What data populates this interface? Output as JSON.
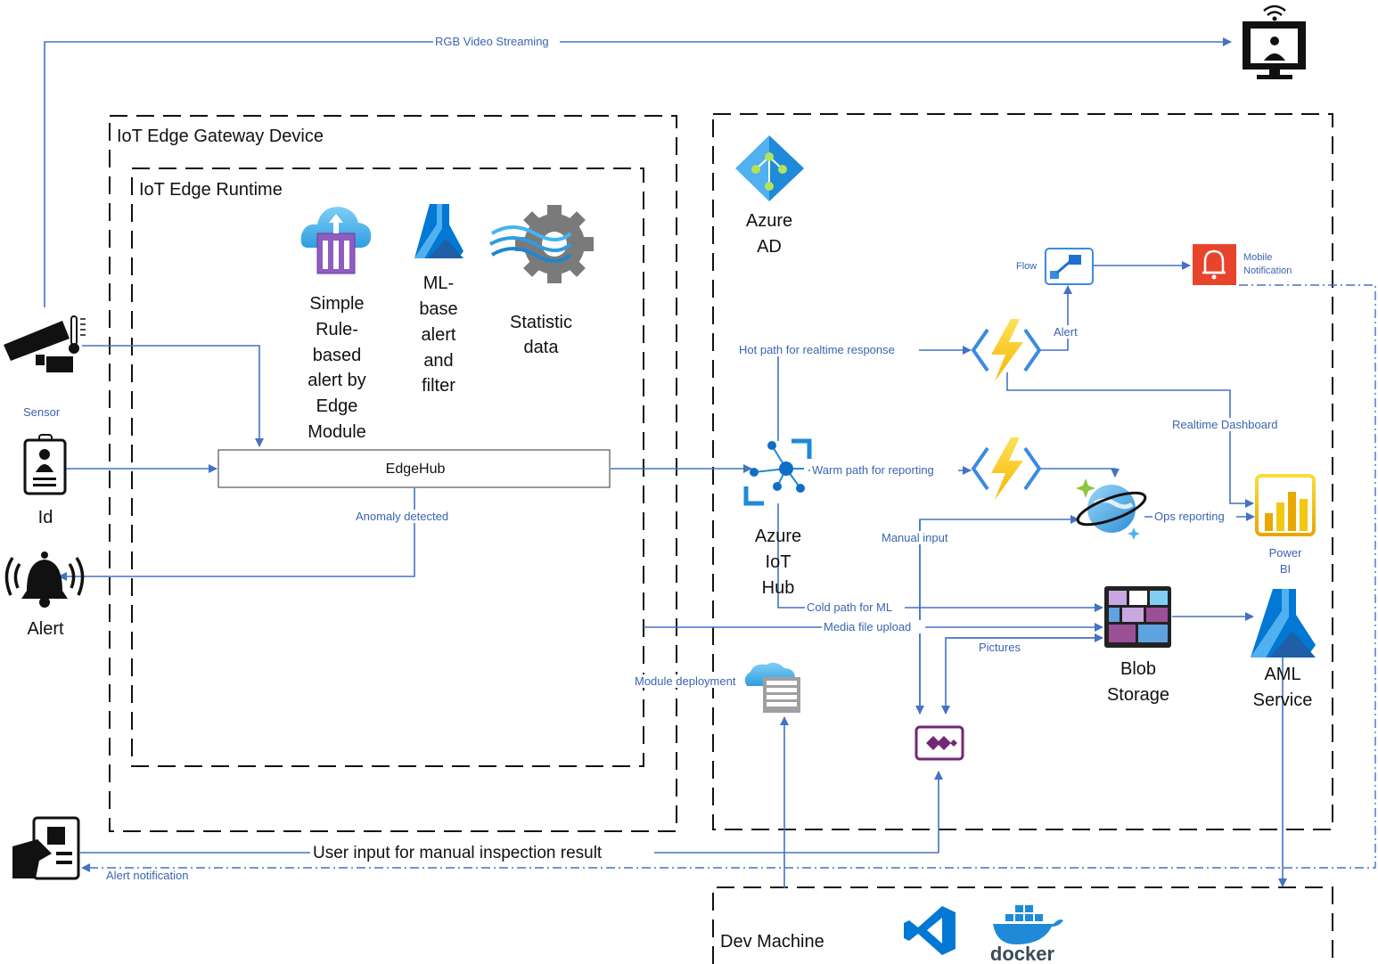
{
  "groups": {
    "gateway": "IoT Edge Gateway Device",
    "runtime": "IoT Edge Runtime",
    "dev_machine": "Dev Machine"
  },
  "nodes": {
    "sensor": "Sensor",
    "id": "Id",
    "alert": "Alert",
    "edgehub": "EdgeHub",
    "simple_rule": [
      "Simple",
      "Rule-",
      "based",
      "alert by",
      "Edge",
      "Module"
    ],
    "ml_alert": [
      "ML-",
      "base",
      "alert",
      "and",
      "filter"
    ],
    "statistic": [
      "Statistic",
      "data"
    ],
    "azure_ad": [
      "Azure",
      "AD"
    ],
    "iot_hub": [
      "Azure",
      "IoT",
      "Hub"
    ],
    "flow": "Flow",
    "mobile_notification": [
      "Mobile",
      "Notification"
    ],
    "power_bi": [
      "Power",
      "BI"
    ],
    "blob_storage": [
      "Blob",
      "Storage"
    ],
    "aml_service": [
      "AML",
      "Service"
    ],
    "docker": "docker"
  },
  "flows": {
    "rgb_video": "RGB Video Streaming",
    "anomaly": "Anomaly detected",
    "hot_path": "Hot path for realtime response",
    "alert": "Alert",
    "realtime_dashboard": "Realtime Dashboard",
    "warm_path": "Warm path for reporting",
    "ops_reporting": "Ops reporting",
    "manual_input": "Manual input",
    "cold_path": "Cold path for ML",
    "media_upload": "Media file upload",
    "pictures": "Pictures",
    "module_deployment": "Module deployment",
    "user_input": "User input for manual inspection result",
    "alert_notification": "Alert notification"
  },
  "colors": {
    "arrow": "#4472c4",
    "text_flow": "#3b64b0",
    "azure_blue": "#0078d4",
    "function_yellow": "#fcd116",
    "notification_red": "#e8442c",
    "power_bi_yellow": "#f2c811",
    "powerapps_purple": "#742774",
    "blob_purple": "#9b4f96"
  },
  "icons": [
    "video-monitor-icon",
    "security-camera-icon",
    "id-badge-icon",
    "alarm-bell-icon",
    "manual-inspection-icon",
    "cloud-upload-icon",
    "machine-learning-icon",
    "cog-wave-icon",
    "azure-ad-icon",
    "iot-hub-icon",
    "function-icon",
    "flow-icon",
    "mobile-notification-icon",
    "cosmos-db-icon",
    "power-bi-icon",
    "blob-storage-icon",
    "aml-icon",
    "container-registry-icon",
    "powerapps-icon",
    "vscode-icon",
    "docker-icon"
  ]
}
